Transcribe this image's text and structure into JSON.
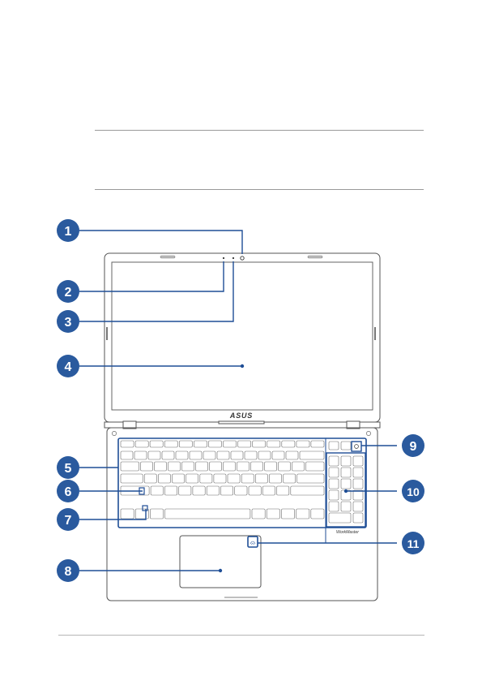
{
  "brand": {
    "logo_text": "ASUS",
    "keyboard_badge": "WorkMaster"
  },
  "callouts": [
    {
      "number": "1",
      "part": "camera"
    },
    {
      "number": "2",
      "part": "microphone"
    },
    {
      "number": "3",
      "part": "camera-indicator"
    },
    {
      "number": "4",
      "part": "display"
    },
    {
      "number": "5",
      "part": "keyboard"
    },
    {
      "number": "6",
      "part": "caps-lock-indicator"
    },
    {
      "number": "7",
      "part": "function-key-indicator"
    },
    {
      "number": "8",
      "part": "touchpad"
    },
    {
      "number": "9",
      "part": "power-button"
    },
    {
      "number": "10",
      "part": "numeric-keypad"
    },
    {
      "number": "11",
      "part": "fingerprint-sensor"
    }
  ],
  "colors": {
    "callout_fill": "#2a5a9e",
    "leader": "#1f4e96",
    "outline": "#555555"
  }
}
